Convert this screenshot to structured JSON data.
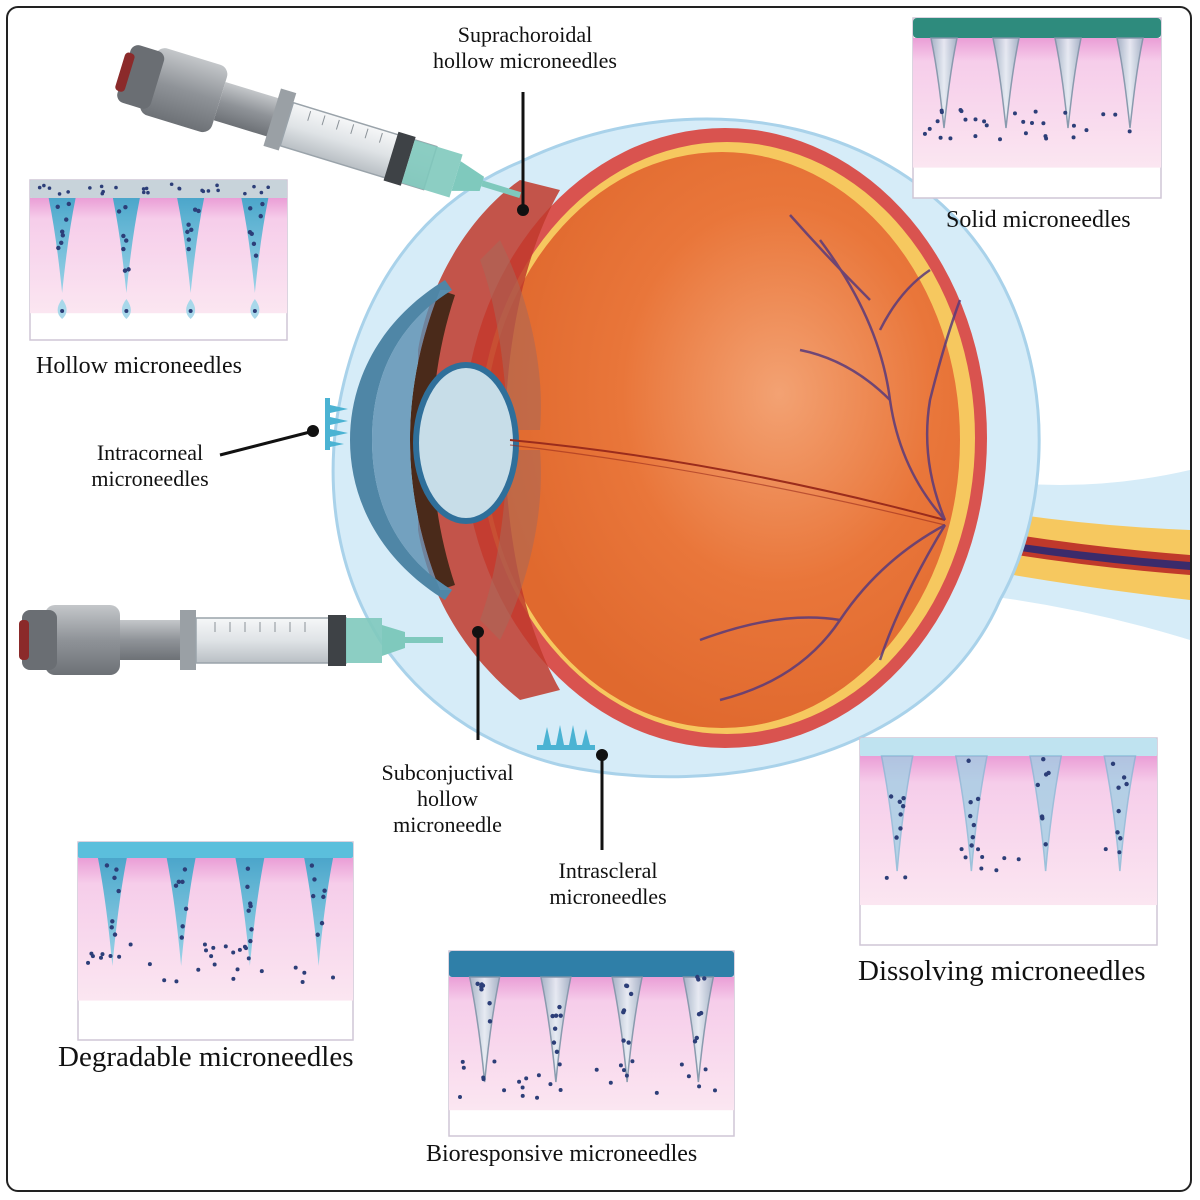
{
  "labels": {
    "suprachoroidal_line1": "Suprachoroidal",
    "suprachoroidal_line2": "hollow microneedles",
    "hollow": "Hollow microneedles",
    "solid": "Solid microneedles",
    "intracorneal_line1": "Intracorneal",
    "intracorneal_line2": "microneedles",
    "subconjunctival_line1": "Subconjuctival",
    "subconjunctival_line2": "hollow",
    "subconjunctival_line3": "microneedle",
    "intrascleral_line1": "Intrascleral",
    "intrascleral_line2": "microneedles",
    "dissolving": "Dissolving microneedles",
    "degradable": "Degradable microneedles",
    "bioresponsive": "Bioresponsive microneedles"
  },
  "colors": {
    "eyeball": "#e9763a",
    "sclera": "#d9534f",
    "choroid_yellow": "#f6c85f",
    "conjunctiva": "#d6ecf8",
    "lens": "#c7dde8",
    "skin_pink": "#f8d9ec",
    "needle_teal": "#4bb3d3",
    "solid_base": "#2e8b7d",
    "bioresponsive_base": "#2f7fa8",
    "drug_dot": "#2c3e78"
  },
  "icons": {
    "syringe_top": "syringe-icon",
    "syringe_bottom": "syringe-icon",
    "eye": "eye-cross-section-icon"
  }
}
